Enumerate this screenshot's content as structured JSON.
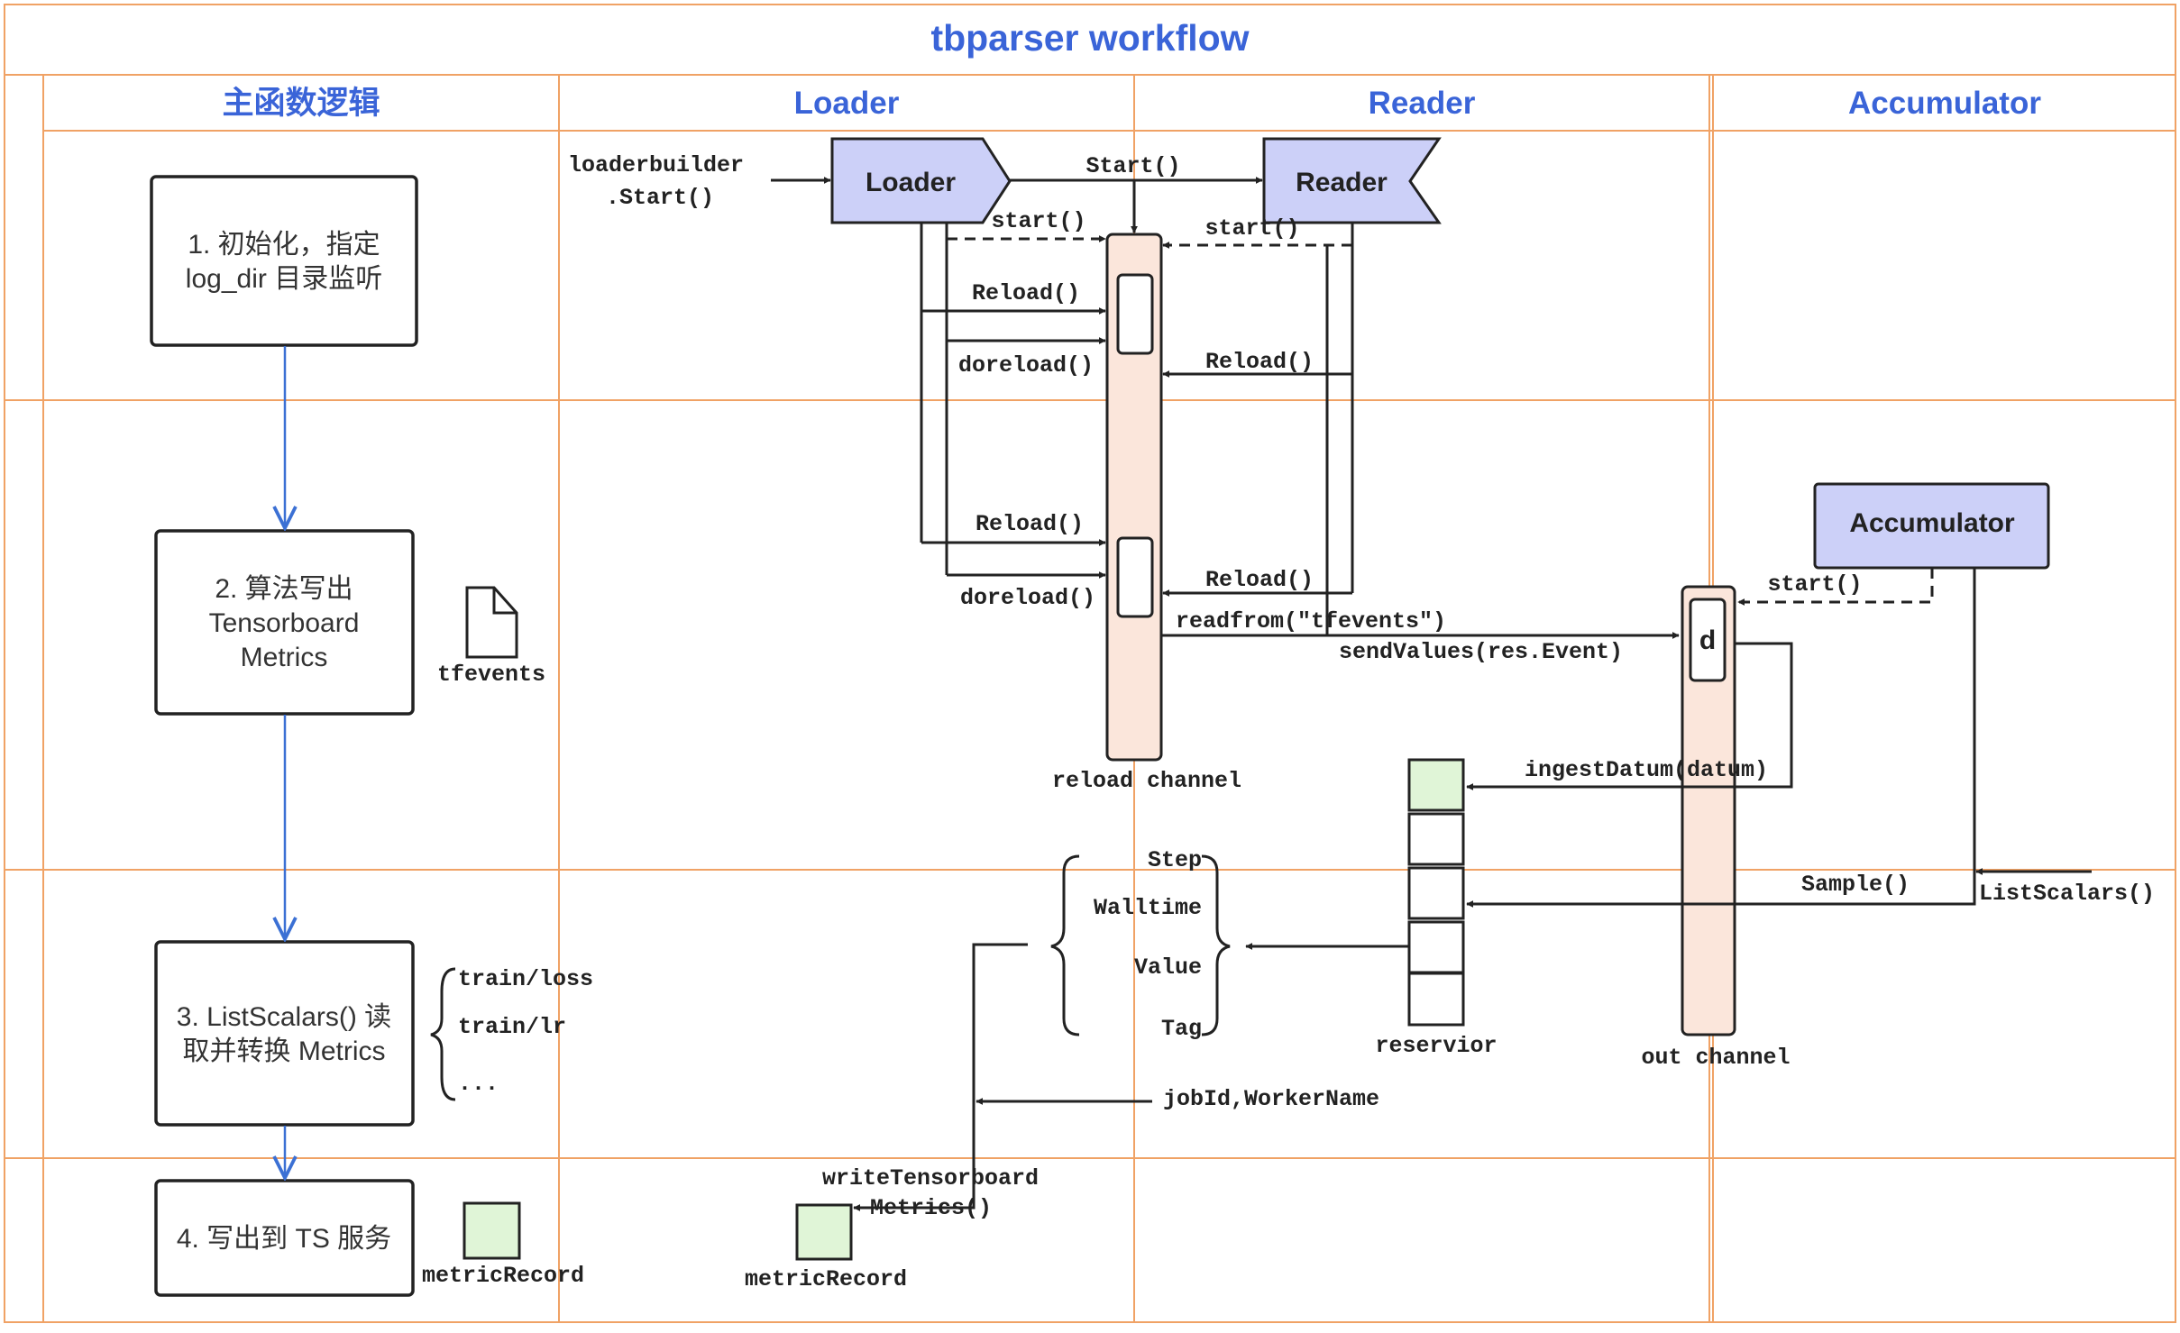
{
  "title": "tbparser workflow",
  "lanes": [
    "主函数逻辑",
    "Loader",
    "Reader",
    "Accumulator"
  ],
  "steps": [
    [
      "1. 初始化，指定",
      "log_dir 目录监听"
    ],
    [
      "2. 算法写出",
      "Tensorboard",
      "Metrics"
    ],
    [
      "3. ListScalars() 读",
      "取并转换 Metrics"
    ],
    [
      "4. 写出到 TS 服务"
    ]
  ],
  "actors": {
    "loader": "Loader",
    "reader": "Reader",
    "accumulator": "Accumulator",
    "out_item": "d"
  },
  "labels": {
    "loaderbuilder_1": "loaderbuilder",
    "loaderbuilder_2": ".Start()",
    "start_main": "Start()",
    "start_loader": "start()",
    "start_reader": "start()",
    "reload_1": "Reload()",
    "doreload_1": "doreload()",
    "reload_reader_1": "Reload()",
    "reload_2": "Reload()",
    "doreload_2": "doreload()",
    "reload_reader_2": "Reload()",
    "readfrom": "readfrom(\"tfevents\")",
    "sendvalues": "sendValues(res.Event)",
    "start_acc": "start()",
    "ingest": "ingestDatum(datum)",
    "sample": "Sample()",
    "listscalars": "ListScalars()",
    "reload_channel": "reload channel",
    "out_channel": "out channel",
    "reservior": "reservior",
    "tfevents": "tfevents",
    "fields": [
      "Step",
      "Walltime",
      "Value",
      "Tag"
    ],
    "metrics": [
      "train/loss",
      "train/lr",
      "..."
    ],
    "jobid": "jobId,WorkerName",
    "write_1": "writeTensorboard",
    "write_2": "Metrics()",
    "metric_record_1": "metricRecord",
    "metric_record_2": "metricRecord"
  },
  "colors": {
    "header_text": "#3a64d8",
    "grid": "#f0a265",
    "actor_fill": "#ccd0f8",
    "channel_fill": "#fbe6db",
    "record_fill": "#e0f5d7",
    "flow_arrow": "#3b70d4"
  }
}
